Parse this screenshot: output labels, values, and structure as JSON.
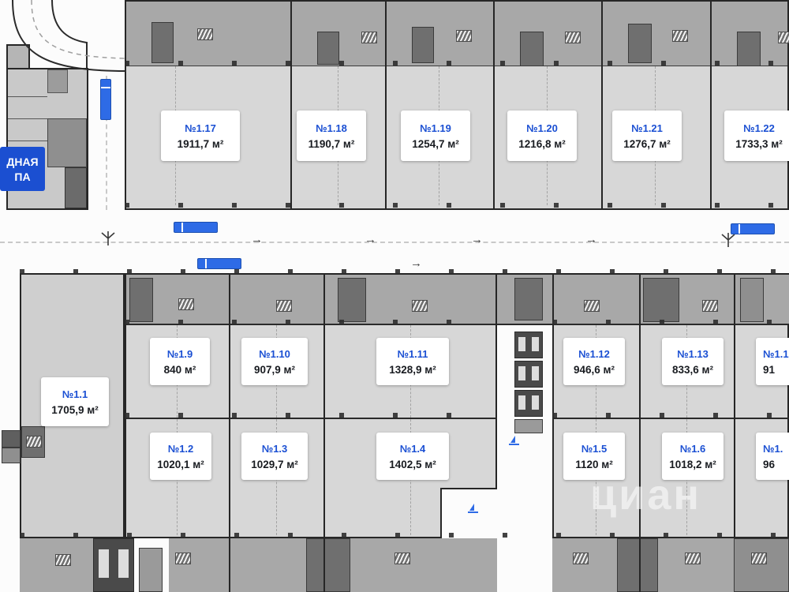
{
  "colors": {
    "accent_blue": "#1a4fd3",
    "sign_blue": "#1b4fd1",
    "truck_blue": "#2e6be6"
  },
  "icons": {
    "road_arrow": "→"
  },
  "entrance_sign": {
    "line1": "ДНАЯ",
    "line2": "ПА"
  },
  "watermark": "циан",
  "units": {
    "top": [
      {
        "number": "№1.17",
        "area": "1911,7 м²"
      },
      {
        "number": "№1.18",
        "area": "1190,7 м²"
      },
      {
        "number": "№1.19",
        "area": "1254,7 м²"
      },
      {
        "number": "№1.20",
        "area": "1216,8 м²"
      },
      {
        "number": "№1.21",
        "area": "1276,7 м²"
      },
      {
        "number": "№1.22",
        "area": "1733,3 м²"
      }
    ],
    "mid": [
      {
        "number": "№1.1",
        "area": "1705,9 м²"
      },
      {
        "number": "№1.9",
        "area": "840 м²"
      },
      {
        "number": "№1.10",
        "area": "907,9 м²"
      },
      {
        "number": "№1.11",
        "area": "1328,9 м²"
      },
      {
        "number": "№1.12",
        "area": "946,6 м²"
      },
      {
        "number": "№1.13",
        "area": "833,6 м²"
      },
      {
        "number": "№1.1",
        "area": "91"
      }
    ],
    "bottom": [
      {
        "number": "№1.2",
        "area": "1020,1 м²"
      },
      {
        "number": "№1.3",
        "area": "1029,7 м²"
      },
      {
        "number": "№1.4",
        "area": "1402,5 м²"
      },
      {
        "number": "№1.5",
        "area": "1120 м²"
      },
      {
        "number": "№1.6",
        "area": "1018,2 м²"
      },
      {
        "number": "№1.",
        "area": "96"
      }
    ]
  }
}
